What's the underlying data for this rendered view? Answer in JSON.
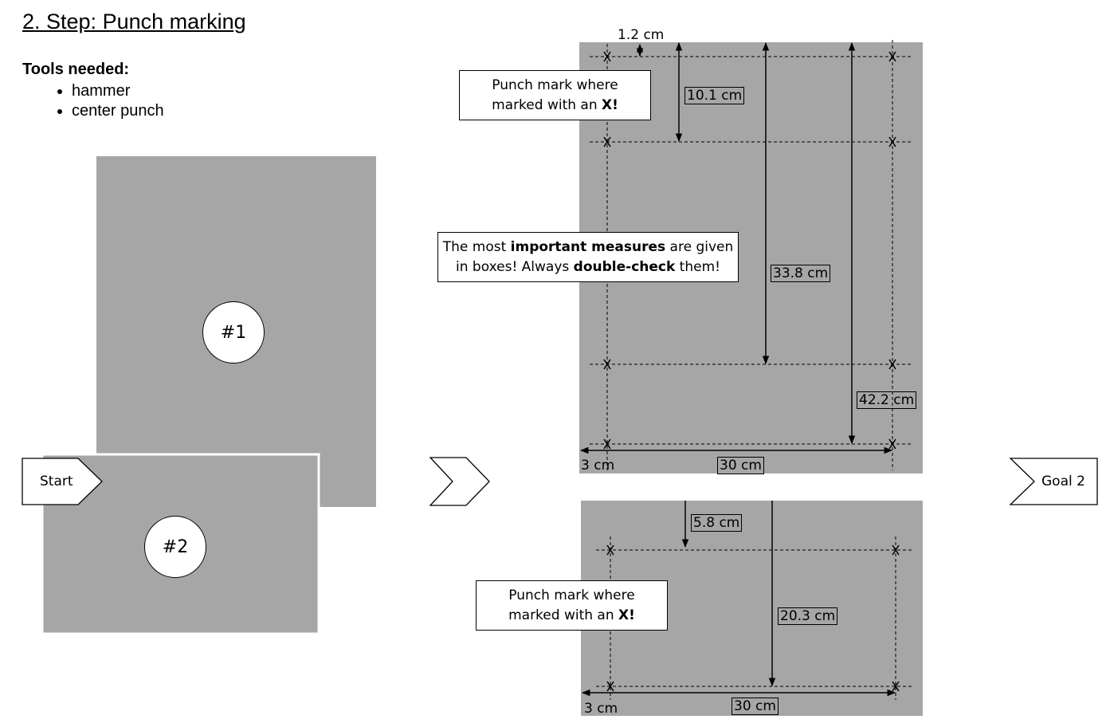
{
  "title": "2. Step: Punch marking",
  "tools": {
    "heading": "Tools needed:",
    "items": [
      "hammer",
      "center punch"
    ]
  },
  "pieces": {
    "piece1": "#1",
    "piece2": "#2"
  },
  "flow": {
    "start": "Start",
    "goal": "Goal 2"
  },
  "notes": {
    "punch_mark_1": {
      "line1": "Punch mark where",
      "line2_prefix": "marked with an ",
      "line2_bold": "X!"
    },
    "important": {
      "l1_pre": "The most ",
      "l1_bold": "important measures",
      "l1_post": " are given",
      "l2_pre": "in boxes! Always ",
      "l2_bold": "double-check",
      "l2_post": " them!"
    },
    "punch_mark_2": {
      "line1": "Punch mark where",
      "line2_prefix": "marked with an ",
      "line2_bold": "X!"
    }
  },
  "measures": {
    "top": {
      "offset_top": "1.2 cm",
      "m1": "10.1 cm",
      "m2": "33.8 cm",
      "m3": "42.2 cm",
      "left": "3 cm",
      "width": "30 cm"
    },
    "bottom": {
      "m1": "5.8 cm",
      "m2": "20.3 cm",
      "left": "3 cm",
      "width": "30 cm"
    }
  },
  "colors": {
    "sheet": "#a6a6a6",
    "line": "#000000",
    "background": "#ffffff"
  }
}
